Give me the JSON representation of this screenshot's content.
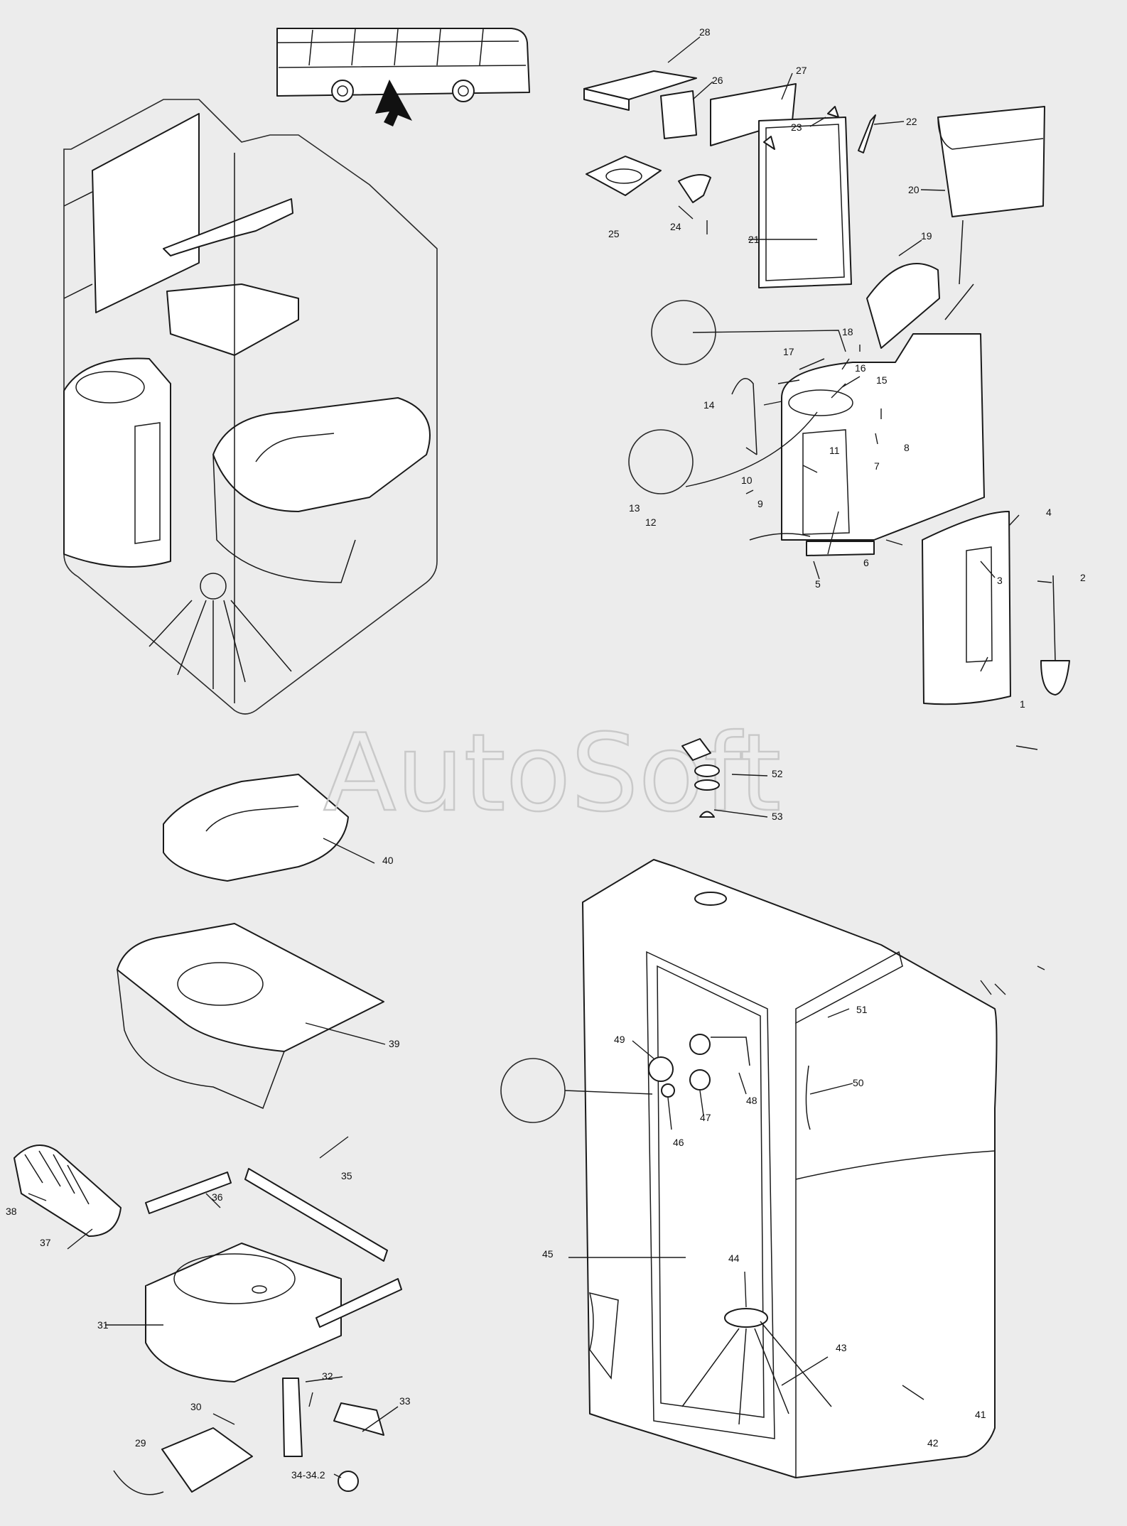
{
  "watermark": "AutoSoft",
  "callouts": {
    "c1": "1",
    "c2": "2",
    "c3": "3",
    "c4": "4",
    "c5": "5",
    "c6": "6",
    "c7": "7",
    "c8": "8",
    "c9": "9",
    "c10": "10",
    "c11": "11",
    "c12": "12",
    "c13": "13",
    "c14": "14",
    "c15": "15",
    "c16": "16",
    "c17": "17",
    "c18": "18",
    "c19": "19",
    "c20": "20",
    "c21": "21",
    "c22": "22",
    "c23": "23",
    "c24": "24",
    "c25": "25",
    "c26": "26",
    "c27": "27",
    "c28": "28",
    "c29": "29",
    "c30": "30",
    "c31": "31",
    "c32": "32",
    "c33": "33",
    "c34": "34-34.2",
    "c35": "35",
    "c36": "36",
    "c37": "37",
    "c38": "38",
    "c39": "39",
    "c40": "40",
    "c41": "41",
    "c42": "42",
    "c43": "43",
    "c44": "44",
    "c45": "45",
    "c46": "46",
    "c47": "47",
    "c48": "48",
    "c49": "49",
    "c50": "50",
    "c51": "51",
    "c52": "52",
    "c53": "53"
  },
  "colors": {
    "line": "#1a1a1a",
    "background": "#ececec",
    "watermark": "#c9c9c9"
  }
}
